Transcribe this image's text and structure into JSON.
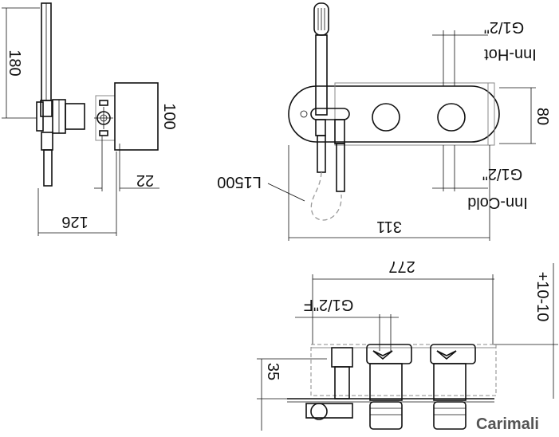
{
  "drawing": {
    "side_view": {
      "height_label": "180",
      "box_depth_label": "100",
      "projection_label": "22",
      "width_label": "126"
    },
    "front_view": {
      "inlet_hot_thread": "G1/2\"",
      "inlet_hot_label": "Inn-Hot",
      "inlet_cold_thread": "G1/2\"",
      "inlet_cold_label": "Inn-Cold",
      "plate_height_label": "80",
      "hose_length_label": "L1500",
      "plate_width_label": "311"
    },
    "top_view": {
      "body_width_label": "277",
      "outlet_thread_label": "G1/2\"F",
      "recess_label": "35",
      "adjust_label": "+10-10"
    },
    "brand": "Carimali"
  }
}
